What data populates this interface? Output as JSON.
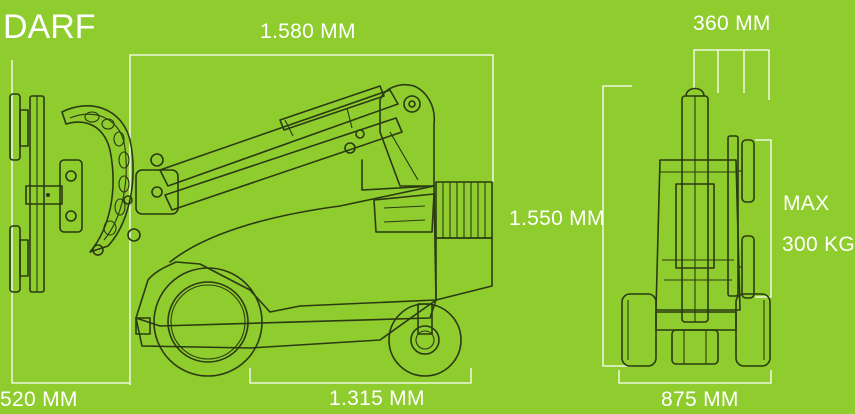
{
  "brand": "DARF",
  "dimensions": {
    "overall_width": "1.580 MM",
    "overall_height": "1.550 MM",
    "arm_reach": "520 MM",
    "wheelbase": "1.315 MM",
    "front_width": "360 MM",
    "track_width": "875 MM",
    "max_load_line1": "MAX",
    "max_load_line2": "300 KG"
  },
  "colors": {
    "background": "#8fcc2e",
    "line_art": "#2a3a12",
    "dimension_lines": "#ffffff"
  }
}
